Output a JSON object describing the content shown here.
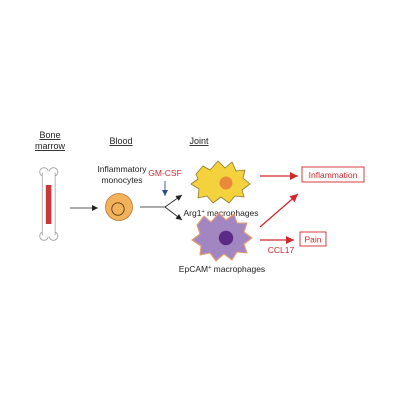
{
  "headers": {
    "bone_marrow_line1": "Bone",
    "bone_marrow_line2": "marrow",
    "blood": "Blood",
    "joint": "Joint"
  },
  "cells": {
    "monocytes_line1": "Inflammatory",
    "monocytes_line2": "monocytes",
    "arg1_prefix": "Arg1",
    "arg1_sup": "+",
    "arg1_suffix": " macrophages",
    "epcam_prefix": "EpCAM",
    "epcam_sup": "+",
    "epcam_suffix": " macrophages"
  },
  "signals": {
    "gmcsf": "GM-CSF",
    "ccl17": "CCL17"
  },
  "outcomes": {
    "inflammation": "Inflammation",
    "pain": "Pain"
  },
  "colors": {
    "red": "#d0282e",
    "blue": "#2a4b8d",
    "monocyte_fill": "#f2b25a",
    "arg1_fill": "#f4d23e",
    "arg1_nucleus": "#e98a3a",
    "epcam_fill": "#a286c2",
    "epcam_nucleus": "#5a2a86",
    "bone_marrow_bar": "#c8373a"
  }
}
